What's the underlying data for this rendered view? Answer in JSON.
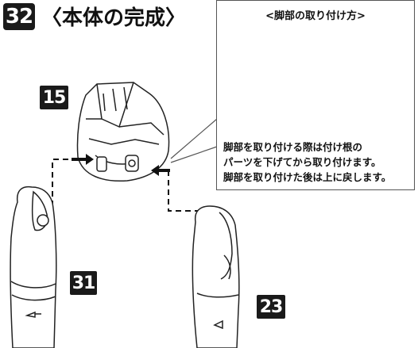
{
  "header": {
    "step_number": "32",
    "title": "〈本体の完成〉"
  },
  "detail_panel": {
    "title": "<脚部の取り付け方>",
    "note_lines": [
      "脚部を取り付ける際は付け根の",
      "パーツを下げてから取り付けます。",
      "脚部を取り付けた後は上に戻します。"
    ]
  },
  "part_labels": {
    "body": "15",
    "left_leg": "31",
    "right_leg": "23"
  }
}
